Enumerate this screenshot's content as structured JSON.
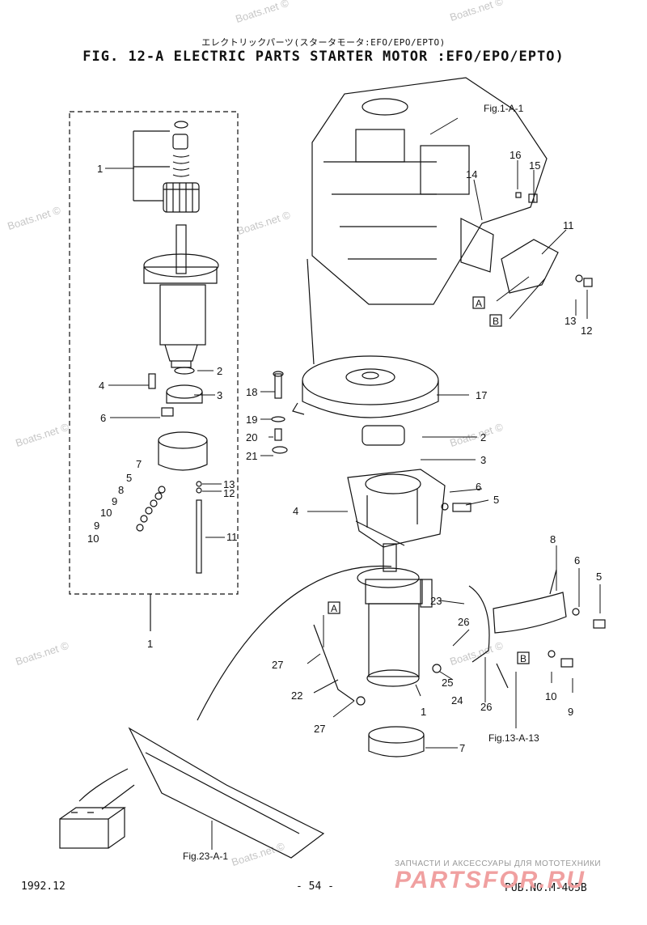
{
  "header": {
    "subtitle_jp": "エレクトリックパーツ(スタータモータ:EFO/EPO/EPTO)",
    "title": "FIG. 12-A ELECTRIC PARTS STARTER MOTOR :EFO/EPO/EPTO)"
  },
  "footer": {
    "date": "1992.12",
    "page": "- 54 -",
    "publication": "PUB.NO.M-405B"
  },
  "watermark": "Boats.net ©",
  "brand": {
    "tagline": "ЗАПЧАСТИ И АКСЕССУАРЫ ДЛЯ МОТОТЕХНИКИ",
    "logo": "PARTSFOR.RU"
  },
  "references": {
    "fig_1a1": "Fig.1-A-1",
    "fig_13a13": "Fig.13-A-13",
    "fig_23a1": "Fig.23-A-1",
    "box_a": "A",
    "box_b": "B"
  },
  "callouts": {
    "inset_1": "1",
    "inset_2": "2",
    "inset_3": "3",
    "inset_4": "4",
    "inset_5": "5",
    "inset_6": "6",
    "inset_7": "7",
    "inset_8": "8",
    "inset_9a": "9",
    "inset_9b": "9",
    "inset_10a": "10",
    "inset_10b": "10",
    "inset_11": "11",
    "inset_12": "12",
    "inset_13": "13",
    "inset_group": "1",
    "c18": "18",
    "c19": "19",
    "c20": "20",
    "c21": "21",
    "c17": "17",
    "c2": "2",
    "c3": "3",
    "c4": "4",
    "c6": "6",
    "c5": "5",
    "c16": "16",
    "c15": "15",
    "c14": "14",
    "c11": "11",
    "c13": "13",
    "c12": "12",
    "c8": "8",
    "c6b": "6",
    "c5b": "5",
    "c23": "23",
    "c26a": "26",
    "c26b": "26",
    "c25": "25",
    "c24": "24",
    "c27a": "27",
    "c27b": "27",
    "c22": "22",
    "c1": "1",
    "c10": "10",
    "c9": "9",
    "c7": "7"
  }
}
